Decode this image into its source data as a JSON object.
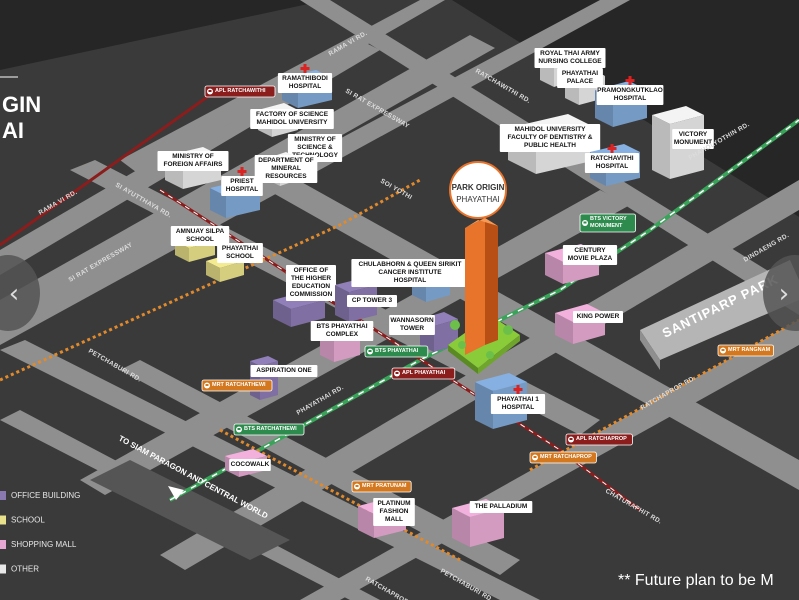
{
  "title": {
    "line1": "GIN",
    "line2": "AI"
  },
  "project": {
    "name": "PARK ORIGIN",
    "sub": "PHAYATHAI"
  },
  "roads": {
    "rama6": "RAMA VI RD.",
    "ratchawithi": "RATCHAWITHI RD.",
    "si_rat_north": "SI RAT EXPRESSWAY",
    "si_rat_west": "SI RAT EXPRESSWAY",
    "si_ayutthaya": "SI AYUTTHAYA RD.",
    "soi_yothi": "SOI YOTHI",
    "phahonyothin": "PHAHOLYOTHIN RD.",
    "dindaeng": "DINDAENG RD.",
    "rama6_south": "RAMA VI RD.",
    "petchaburi": "PETCHABURI RD.",
    "phayathai": "PHAYATHAI RD.",
    "ratchaprop": "RATCHAPROP RD.",
    "chatuchak": "CHATURAPHIT RD.",
    "petchaburi_south": "PETCHABURI RD.",
    "ratchaprop_south": "RATCHAPROP RD."
  },
  "park": "SANTIPARP PARK",
  "direction": "TO SIAM PARAGON AND CENTRAL WORLD",
  "stations": {
    "apl_ratchawithi": "APL RATCHAWITHI",
    "bts_victory": "BTS VICTORY\nMONUMENT",
    "bts_phayathai": "BTS PHAYATHAI",
    "apl_phayathai": "APL PHAYATHAI",
    "bts_ratchathewi": "BTS RATCHATHEWI",
    "mrt_ratchathewi": "MRT RATCHATHEWI",
    "apl_ratchaprop": "APL RATCHAPROP",
    "mrt_ratchaprop": "MRT RATCHAPROP",
    "mrt_rangnam": "MRT RANGNAM",
    "mrt_pratunam": "MRT PRATUNAM"
  },
  "buildings": {
    "royal_thai_army": "ROYAL THAI ARMY\nNURSING COLLEGE",
    "phayathai_palace": "PHAYATHAI\nPALACE",
    "pramongkutklao": "PRAMONGKUTKLAO\nHOSPITAL",
    "ramathibodi": "RAMATHIBODI\nHOSPITAL",
    "factory_science": "FACTORY OF SCIENCE\nMAHIDOL UNIVERSITY",
    "ministry_science": "MINISTRY OF\nSCIENCE &\nTECHNOLOGY",
    "mahidol_dent": "MAHIDOL UNIVERSITY\nFACULTY OF DENTISTRY &\nPUBLIC HEALTH",
    "victory_monument": "VICTORY\nMONUMENT",
    "ministry_foreign": "MINISTRY OF\nFOREIGN AFFAIRS",
    "dept_mineral": "DEPARTMENT OF\nMINERAL\nRESOURCES",
    "ratchavithi_hosp": "RATCHAVITHI\nHOSPITAL",
    "priest_hosp": "PRIEST\nHOSPITAL",
    "amnuay_silpa": "AMNUAY SILPA\nSCHOOL",
    "phayathai_school": "PHAYATHAI\nSCHOOL",
    "century": "CENTURY\nMOVIE PLAZA",
    "higher_edu": "OFFICE OF\nTHE HIGHER\nEDUCATION\nCOMMISSION",
    "cp_tower": "CP TOWER 3",
    "queen_sirikit": "CHULABHORN & QUEEN SIRIKIT\nCANCER INSTITUTE\nHOSPITAL",
    "king_power": "KING POWER",
    "bts_complex": "BTS PHAYATHAI\nCOMPLEX",
    "wanna_tower": "WANNASORN\nTOWER",
    "aspiration_one": "ASPIRATION ONE",
    "phayathai1_hosp": "PHAYATHAI 1\nHOSPITAL",
    "cocowalk": "COCOWALK",
    "platinum": "PLATINUM\nFASHION\nMALL",
    "palladium": "THE PALLADIUM"
  },
  "legend": [
    {
      "label": "OFFICE BUILDING",
      "color": "#8a79b0"
    },
    {
      "label": "SCHOOL",
      "color": "#e8e08a"
    },
    {
      "label": "SHOPPING MALL",
      "color": "#e6a8d2"
    },
    {
      "label": "OTHER",
      "color": "#e8e8e8"
    }
  ],
  "footnote": "** Future plan to be M",
  "nav": {
    "prev": "‹",
    "next": "›"
  },
  "colors": {
    "office": "#8a79b0",
    "school": "#e8e08a",
    "mall": "#e6a8d2",
    "other": "#e8e8e8",
    "hospital": "#7fa8d6",
    "tower": "#e8732a",
    "bts_line": "#3aa35a",
    "mrt_line": "#e08a2c",
    "apl_line": "#8b1d1d"
  }
}
